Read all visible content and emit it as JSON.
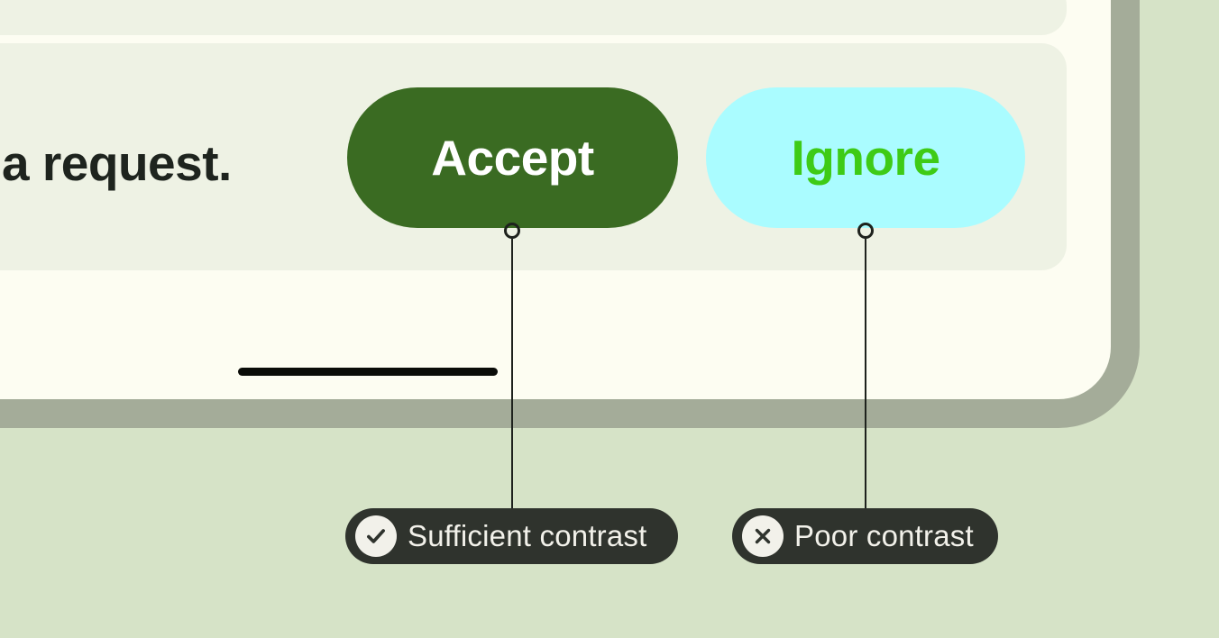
{
  "card": {
    "message_fragment": "a request.",
    "buttons": [
      {
        "label": "Accept",
        "background": "#3a6b22",
        "text_color": "#ffffff"
      },
      {
        "label": "Ignore",
        "background": "#aafcff",
        "text_color": "#3ecb16"
      }
    ]
  },
  "annotations": [
    {
      "label": "Sufficient contrast",
      "icon": "check-icon",
      "target_button": "Accept"
    },
    {
      "label": "Poor contrast",
      "icon": "x-icon",
      "target_button": "Ignore"
    }
  ],
  "colors": {
    "page_background": "#d6e3c7",
    "card_background": "#fdfdf2",
    "card_border": "#a4ac99",
    "panel_background": "#eef2e4",
    "message_text": "#1e241e",
    "annotation_pill": "#2f332d",
    "annotation_text": "#f2f1ea",
    "connector": "#1e221d",
    "text_bar": "#0a0c08"
  }
}
